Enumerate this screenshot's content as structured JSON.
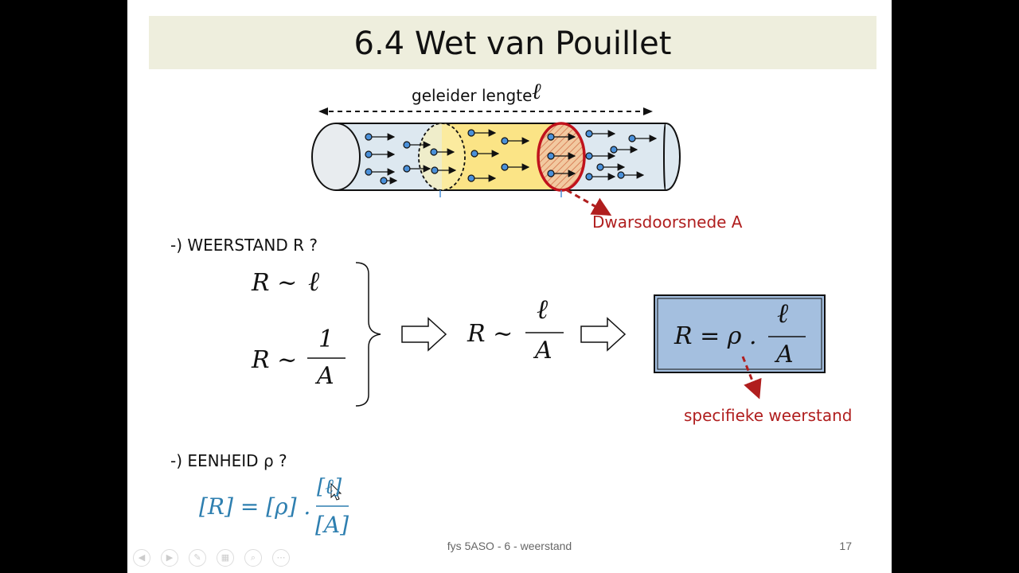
{
  "slide": {
    "title": "6.4 Wet van Pouillet",
    "conductor_label": "geleider lengte",
    "length_symbol": "ℓ",
    "cross_section_label": "Dwarsdoorsnede A",
    "section_resistance": "-) WEERSTAND R ?",
    "section_unit": "-) EENHEID ρ ?",
    "specific_resistance_label": "specifieke weerstand",
    "footer": "fys 5ASO - 6 - weerstand",
    "page_number": "17"
  },
  "formulas": {
    "prop1_lhs": "R ~",
    "prop1_rhs": "ℓ",
    "prop2_lhs": "R ~",
    "prop2_num": "1",
    "prop2_den": "A",
    "mid_lhs": "R ~",
    "mid_num": "ℓ",
    "mid_den": "A",
    "result_lhs": "R = ρ .",
    "result_num": "ℓ",
    "result_den": "A",
    "unit_lhs": "[R] = [ρ] .",
    "unit_num": "[ℓ]",
    "unit_den": "[A]"
  },
  "colors": {
    "title_bg": "#eeeedd",
    "result_box": "#a4bfdf",
    "accent_red": "#b01e1e",
    "unit_blue": "#2e7fb0"
  },
  "nav_icons": [
    "prev-icon",
    "next-icon",
    "pen-icon",
    "slides-icon",
    "zoom-icon",
    "more-icon"
  ]
}
